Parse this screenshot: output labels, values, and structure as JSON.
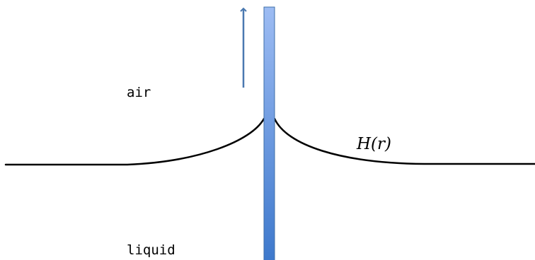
{
  "labels": {
    "upper_region": "air",
    "lower_region": "liquid",
    "profile": "H(r)"
  },
  "colors": {
    "fiber_top": "#9dbcf3",
    "fiber_bottom": "#3d78cc",
    "fiber_border": "#3f6fa8",
    "arrow": "#4a78b0",
    "interface": "#000000"
  }
}
